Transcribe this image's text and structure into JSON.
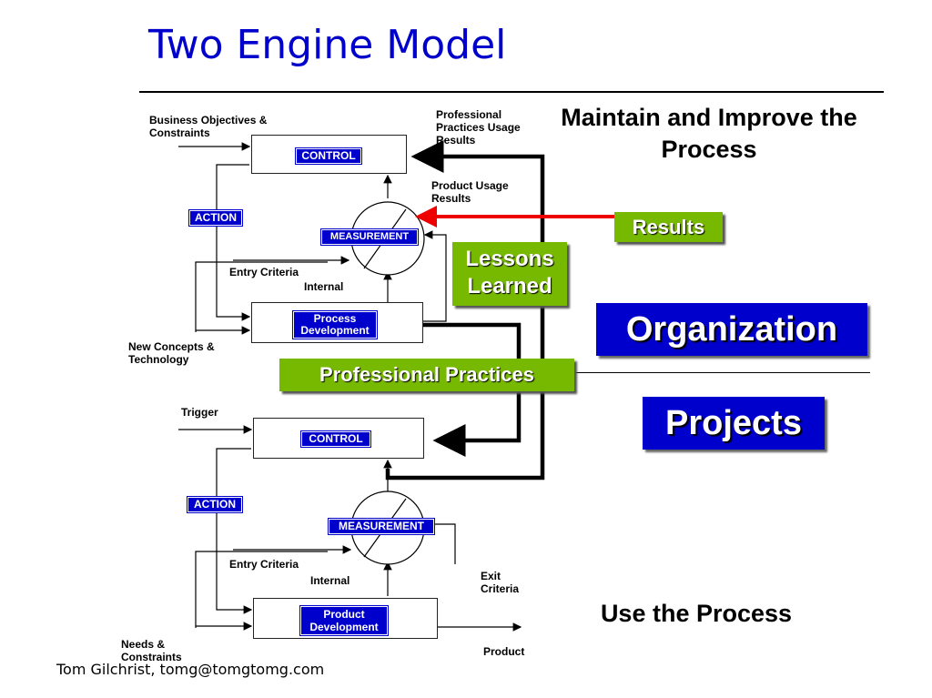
{
  "title": "Two Engine Model",
  "footer": "Tom Gilchrist, tomg@tomgtomg.com",
  "right": {
    "maintain": "Maintain and Improve the Process",
    "results": "Results",
    "lessons": "Lessons Learned",
    "organization": "Organization",
    "professional_practices": "Professional Practices",
    "projects": "Projects",
    "use": "Use the Process"
  },
  "upper": {
    "inputs": "Business Objectives & Constraints",
    "control": "CONTROL",
    "action": "ACTION",
    "measurement": "MEASUREMENT",
    "process": "Process Development",
    "entry": "Entry Criteria",
    "internal": "Internal",
    "new_concepts": "New Concepts & Technology",
    "feedback": "Professional Practices Usage Results",
    "product_usage": "Product Usage Results"
  },
  "lower": {
    "trigger": "Trigger",
    "control": "CONTROL",
    "action": "ACTION",
    "measurement": "MEASUREMENT",
    "product": "Product Development",
    "entry": "Entry Criteria",
    "internal": "Internal",
    "exit": "Exit Criteria",
    "needs": "Needs & Constraints",
    "output": "Product"
  },
  "colors": {
    "accent_blue": "#0000cc",
    "green": "#77b800",
    "red_arrow": "#ee0000"
  }
}
